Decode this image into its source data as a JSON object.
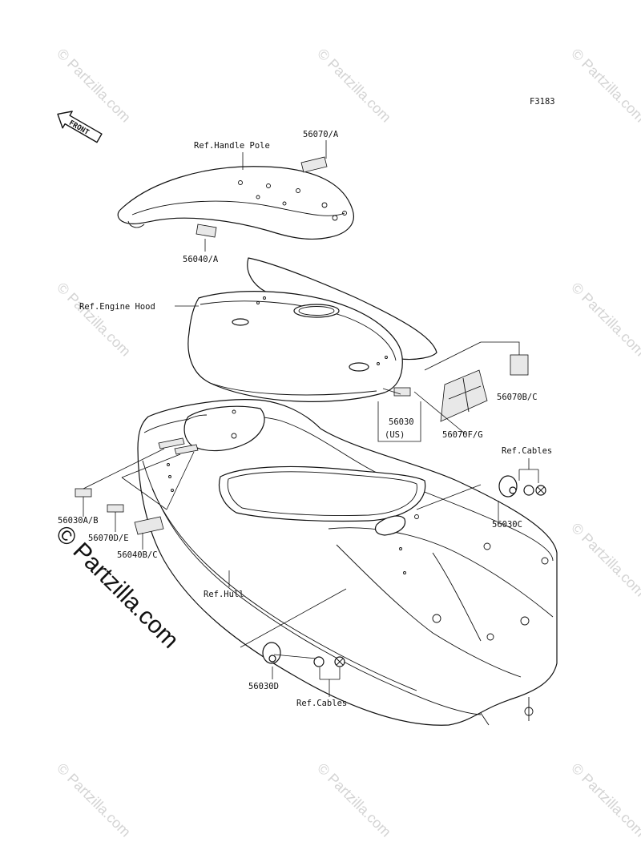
{
  "figure_code": "F3183",
  "front_badge": "FRONT",
  "labels": {
    "handle_pole": "Ref.Handle Pole",
    "p56070a": "56070/A",
    "p56040a": "56040/A",
    "engine_hood": "Ref.Engine Hood",
    "p56070bc": "56070B/C",
    "p56030": "56030",
    "us": "(US)",
    "p56070fg": "56070F/G",
    "cables_top": "Ref.Cables",
    "p56030ab": "56030A/B",
    "p56070de": "56070D/E",
    "p56040bc": "56040B/C",
    "p56030c": "56030C",
    "hull": "Ref.Hull",
    "p56030d": "56030D",
    "cables_bottom": "Ref.Cables"
  },
  "watermark": {
    "small": "© Partzilla.com",
    "large": "© Partzilla.com"
  }
}
